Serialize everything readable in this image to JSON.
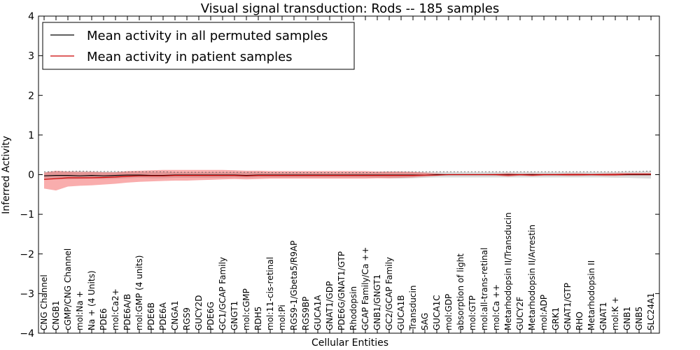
{
  "chart_data": {
    "type": "line",
    "title": "Visual signal transduction: Rods -- 185 samples",
    "xlabel": "Cellular Entities",
    "ylabel": "Inferred Activity",
    "ylim": [
      -4,
      4
    ],
    "yticks": [
      -4,
      -3,
      -2,
      -1,
      0,
      1,
      2,
      3,
      4
    ],
    "legend_position": "top-left",
    "categories": [
      "CNG Channel",
      "CNGB1",
      "cGMP/CNG Channel",
      "mol:Na +",
      "Na + (4 Units)",
      "PDE6",
      "mol:Ca2+",
      "PDE6A/B",
      "mol:GMP (4 units)",
      "PDE6B",
      "PDE6A",
      "CNGA1",
      "RGS9",
      "GUCY2D",
      "PDE6G",
      "GC1/GCAP Family",
      "GNGT1",
      "mol:cGMP",
      "RDH5",
      "mol:11-cis-retinal",
      "mol:Pi",
      "RGS9-1/Gbeta5/R9AP",
      "RGS9BP",
      "GUCA1A",
      "GNAT1/GDP",
      "PDE6G/GNAT1/GTP",
      "Rhodopsin",
      "GCAP Family/Ca ++",
      "GNB1/GNGT1",
      "GC2/GCAP Family",
      "GUCA1B",
      "Transducin",
      "SAG",
      "GUCA1C",
      "mol:GDP",
      "absorption of light",
      "mol:GTP",
      "mol:all-trans-retinal",
      "mol:Ca ++",
      "Metarhodopsin II/Transducin",
      "GUCY2F",
      "Metarhodopsin II/Arrestin",
      "mol:ADP",
      "GRK1",
      "GNAT1/GTP",
      "RHO",
      "Metarhodopsin II",
      "GNAT1",
      "mol:K +",
      "GNB1",
      "GNB5",
      "SLC24A1"
    ],
    "series": [
      {
        "name": "Mean activity in all permuted samples",
        "color": "#000000",
        "values": [
          -0.03,
          -0.02,
          -0.02,
          -0.03,
          -0.02,
          -0.03,
          -0.02,
          -0.01,
          -0.01,
          -0.02,
          -0.02,
          -0.01,
          -0.01,
          -0.01,
          -0.01,
          -0.01,
          -0.01,
          -0.02,
          -0.01,
          -0.01,
          -0.01,
          -0.01,
          -0.01,
          -0.01,
          -0.01,
          -0.01,
          -0.01,
          -0.01,
          -0.01,
          -0.01,
          -0.01,
          -0.01,
          -0.01,
          0.0,
          0.0,
          0.0,
          0.0,
          0.0,
          0.0,
          0.0,
          0.0,
          0.0,
          0.0,
          0.0,
          0.0,
          0.0,
          0.0,
          0.0,
          0.0,
          0.0,
          0.0,
          0.0
        ],
        "band": {
          "lower": [
            -0.13,
            -0.12,
            -0.12,
            -0.11,
            -0.1,
            -0.11,
            -0.1,
            -0.09,
            -0.08,
            -0.09,
            -0.09,
            -0.08,
            -0.08,
            -0.08,
            -0.08,
            -0.08,
            -0.07,
            -0.08,
            -0.07,
            -0.07,
            -0.07,
            -0.07,
            -0.07,
            -0.07,
            -0.07,
            -0.07,
            -0.07,
            -0.07,
            -0.08,
            -0.09,
            -0.1,
            -0.09,
            -0.08,
            -0.07,
            -0.07,
            -0.07,
            -0.07,
            -0.07,
            -0.07,
            -0.07,
            -0.07,
            -0.07,
            -0.07,
            -0.07,
            -0.07,
            -0.07,
            -0.07,
            -0.07,
            -0.08,
            -0.08,
            -0.09,
            -0.1
          ],
          "upper": [
            0.07,
            0.08,
            0.08,
            0.09,
            0.08,
            0.08,
            0.08,
            0.07,
            0.07,
            0.07,
            0.07,
            0.06,
            0.06,
            0.06,
            0.06,
            0.06,
            0.06,
            0.06,
            0.06,
            0.05,
            0.05,
            0.05,
            0.05,
            0.05,
            0.05,
            0.05,
            0.05,
            0.05,
            0.06,
            0.07,
            0.07,
            0.07,
            0.07,
            0.07,
            0.07,
            0.07,
            0.07,
            0.07,
            0.07,
            0.07,
            0.07,
            0.07,
            0.07,
            0.07,
            0.07,
            0.07,
            0.07,
            0.07,
            0.07,
            0.08,
            0.08,
            0.09
          ]
        }
      },
      {
        "name": "Mean activity in patient samples",
        "color": "#cc0000",
        "values": [
          -0.12,
          -0.1,
          -0.08,
          -0.08,
          -0.08,
          -0.07,
          -0.06,
          -0.04,
          -0.03,
          -0.03,
          -0.03,
          -0.02,
          -0.02,
          -0.02,
          -0.02,
          -0.02,
          -0.02,
          -0.03,
          -0.02,
          -0.02,
          -0.02,
          -0.02,
          -0.02,
          -0.02,
          -0.02,
          -0.02,
          -0.02,
          -0.02,
          -0.02,
          -0.02,
          -0.02,
          -0.02,
          -0.01,
          -0.01,
          0.0,
          0.0,
          0.0,
          0.0,
          0.0,
          -0.01,
          0.0,
          -0.01,
          0.0,
          0.0,
          0.0,
          0.0,
          0.0,
          0.0,
          0.0,
          0.01,
          0.01,
          0.01
        ],
        "band": {
          "lower": [
            -0.35,
            -0.4,
            -0.3,
            -0.28,
            -0.27,
            -0.25,
            -0.23,
            -0.2,
            -0.18,
            -0.17,
            -0.16,
            -0.15,
            -0.15,
            -0.14,
            -0.13,
            -0.12,
            -0.11,
            -0.12,
            -0.11,
            -0.1,
            -0.1,
            -0.1,
            -0.1,
            -0.1,
            -0.1,
            -0.1,
            -0.1,
            -0.1,
            -0.09,
            -0.09,
            -0.08,
            -0.07,
            -0.05,
            -0.03,
            -0.01,
            -0.01,
            -0.01,
            -0.01,
            -0.02,
            -0.05,
            -0.02,
            -0.04,
            -0.02,
            -0.02,
            -0.03,
            -0.03,
            -0.02,
            -0.03,
            -0.03,
            -0.02,
            -0.02,
            -0.02
          ],
          "upper": [
            0.05,
            0.1,
            0.08,
            0.07,
            0.07,
            0.06,
            0.06,
            0.09,
            0.1,
            0.11,
            0.12,
            0.12,
            0.12,
            0.12,
            0.12,
            0.12,
            0.11,
            0.1,
            0.1,
            0.09,
            0.09,
            0.09,
            0.09,
            0.09,
            0.09,
            0.09,
            0.09,
            0.09,
            0.08,
            0.08,
            0.08,
            0.07,
            0.05,
            0.03,
            0.01,
            0.01,
            0.01,
            0.01,
            0.02,
            0.04,
            0.02,
            0.03,
            0.02,
            0.02,
            0.03,
            0.03,
            0.02,
            0.03,
            0.04,
            0.04,
            0.04,
            0.04
          ]
        }
      }
    ]
  }
}
